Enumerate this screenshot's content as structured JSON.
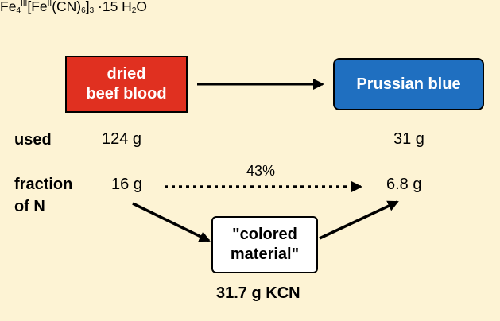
{
  "formula": {
    "base": "Fe",
    "sub1": "4",
    "sup1": "III",
    "bracket_open": "[Fe",
    "sup2": "II",
    "mid": "(CN)",
    "sub2": "6",
    "bracket_close": "]",
    "sub3": "3",
    "tail": " ·15 H",
    "sub4": "2",
    "end": "O"
  },
  "boxes": {
    "blood_line1": "dried",
    "blood_line2": "beef blood",
    "blue": "Prussian blue",
    "colored_line1": "\"colored",
    "colored_line2": "material\""
  },
  "labels": {
    "used": "used",
    "fraction_line1": "fraction",
    "fraction_line2": "of N"
  },
  "values": {
    "used_blood": "124 g",
    "used_blue": "31 g",
    "n_blood": "16 g",
    "n_blue": "6.8 g",
    "percent": "43%",
    "kcn": "31.7 g KCN"
  },
  "colors": {
    "background": "#fdf3d4",
    "blood_box": "#e03020",
    "blue_box": "#1f6fc0"
  }
}
